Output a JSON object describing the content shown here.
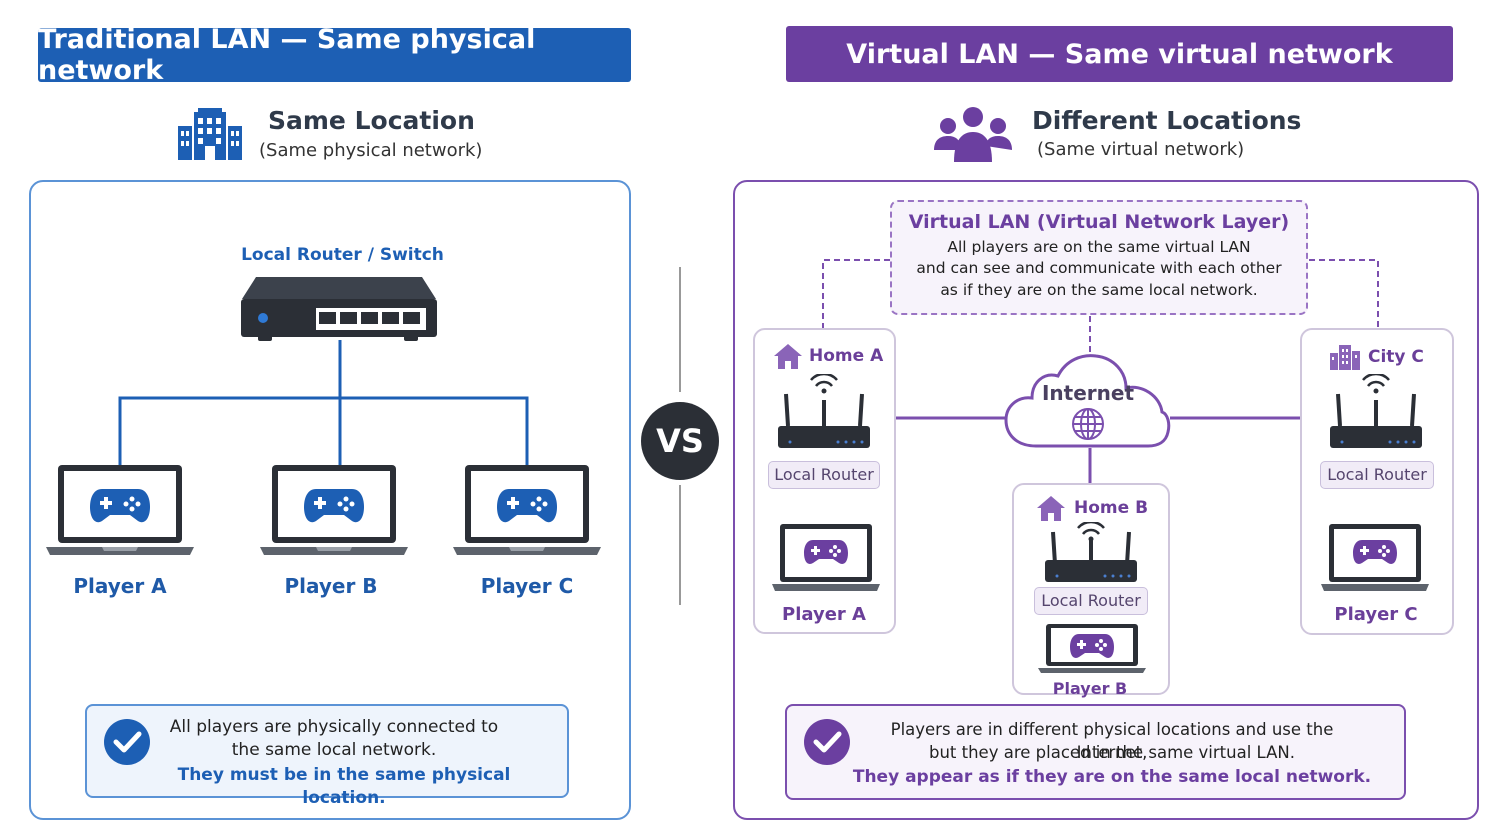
{
  "left": {
    "banner": "Traditional LAN — Same physical network",
    "location_title": "Same Location",
    "location_sub": "(Same physical network)",
    "router_label": "Local Router / Switch",
    "players": [
      "Player A",
      "Player B",
      "Player C"
    ],
    "note_line1": "All players are physically connected to",
    "note_line2": "the same local network.",
    "note_line3": "They must be in the same physical location."
  },
  "vs": "VS",
  "right": {
    "banner": "Virtual LAN — Same virtual network",
    "location_title": "Different Locations",
    "location_sub": "(Same virtual network)",
    "vlan_title": "Virtual LAN (Virtual Network Layer)",
    "vlan_line1": "All players are on the same virtual LAN",
    "vlan_line2": "and can see and communicate with each other",
    "vlan_line3": "as if they are on the same local network.",
    "internet": "Internet",
    "sites": [
      {
        "name": "Home A",
        "router": "Local Router",
        "player": "Player A"
      },
      {
        "name": "Home B",
        "router": "Local Router",
        "player": "Player B"
      },
      {
        "name": "City C",
        "router": "Local Router",
        "player": "Player C"
      }
    ],
    "note_line1": "Players are in different physical locations and use the Internet,",
    "note_line2": "but they are placed in the same virtual LAN.",
    "note_line3": "They appear as if they are on the same local network."
  },
  "colors": {
    "blue": "#1d5fb4",
    "purple": "#6b3fa0",
    "dark": "#2b2f36"
  }
}
